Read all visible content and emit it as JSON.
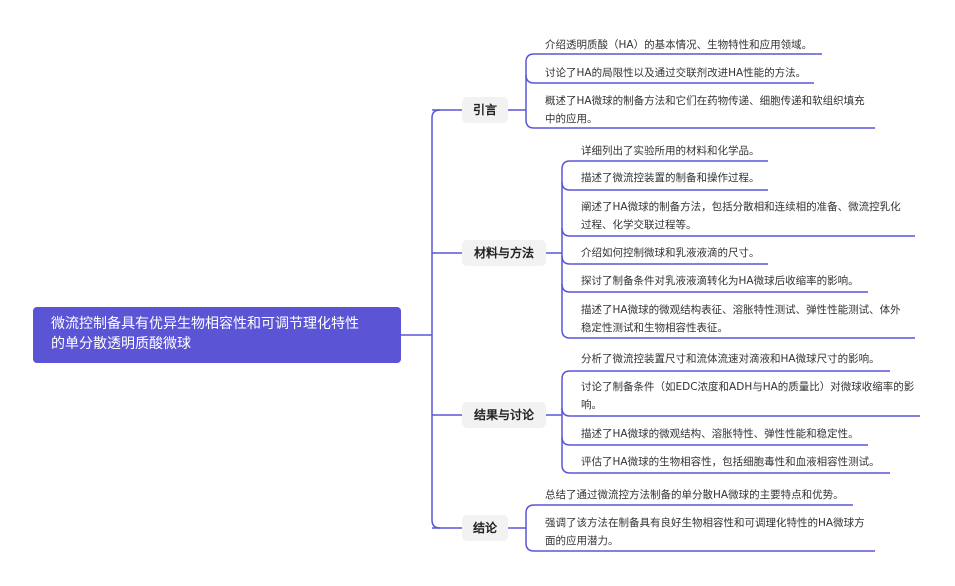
{
  "root": {
    "lines": [
      "微流控制备具有优异生物相容性和可调节理化特性",
      "的单分散透明质酸微球"
    ]
  },
  "branches": [
    {
      "label": "引言",
      "leaves": [
        [
          "介绍透明质酸（HA）的基本情况、生物特性和应用领域。"
        ],
        [
          "讨论了HA的局限性以及通过交联剂改进HA性能的方法。"
        ],
        [
          "概述了HA微球的制备方法和它们在药物传递、细胞传递和软组织填充",
          "中的应用。"
        ]
      ]
    },
    {
      "label": "材料与方法",
      "leaves": [
        [
          "详细列出了实验所用的材料和化学品。"
        ],
        [
          "描述了微流控装置的制备和操作过程。"
        ],
        [
          "阐述了HA微球的制备方法，包括分散相和连续相的准备、微流控乳化",
          "过程、化学交联过程等。"
        ],
        [
          "介绍如何控制微球和乳液液滴的尺寸。"
        ],
        [
          "探讨了制备条件对乳液液滴转化为HA微球后收缩率的影响。"
        ],
        [
          "描述了HA微球的微观结构表征、溶胀特性测试、弹性性能测试、体外",
          "稳定性测试和生物相容性表征。"
        ]
      ]
    },
    {
      "label": "结果与讨论",
      "leaves": [
        [
          "分析了微流控装置尺寸和流体流速对滴液和HA微球尺寸的影响。"
        ],
        [
          "讨论了制备条件（如EDC浓度和ADH与HA的质量比）对微球收缩率的影",
          "响。"
        ],
        [
          "描述了HA微球的微观结构、溶胀特性、弹性性能和稳定性。"
        ],
        [
          "评估了HA微球的生物相容性，包括细胞毒性和血液相容性测试。"
        ]
      ]
    },
    {
      "label": "结论",
      "leaves": [
        [
          "总结了通过微流控方法制备的单分散HA微球的主要特点和优势。"
        ],
        [
          "强调了该方法在制备具有良好生物相容性和可调理化特性的HA微球方",
          "面的应用潜力。"
        ]
      ]
    }
  ],
  "colors": {
    "accent": "#5b55d6",
    "branch_bg": "#f2f2f2"
  }
}
